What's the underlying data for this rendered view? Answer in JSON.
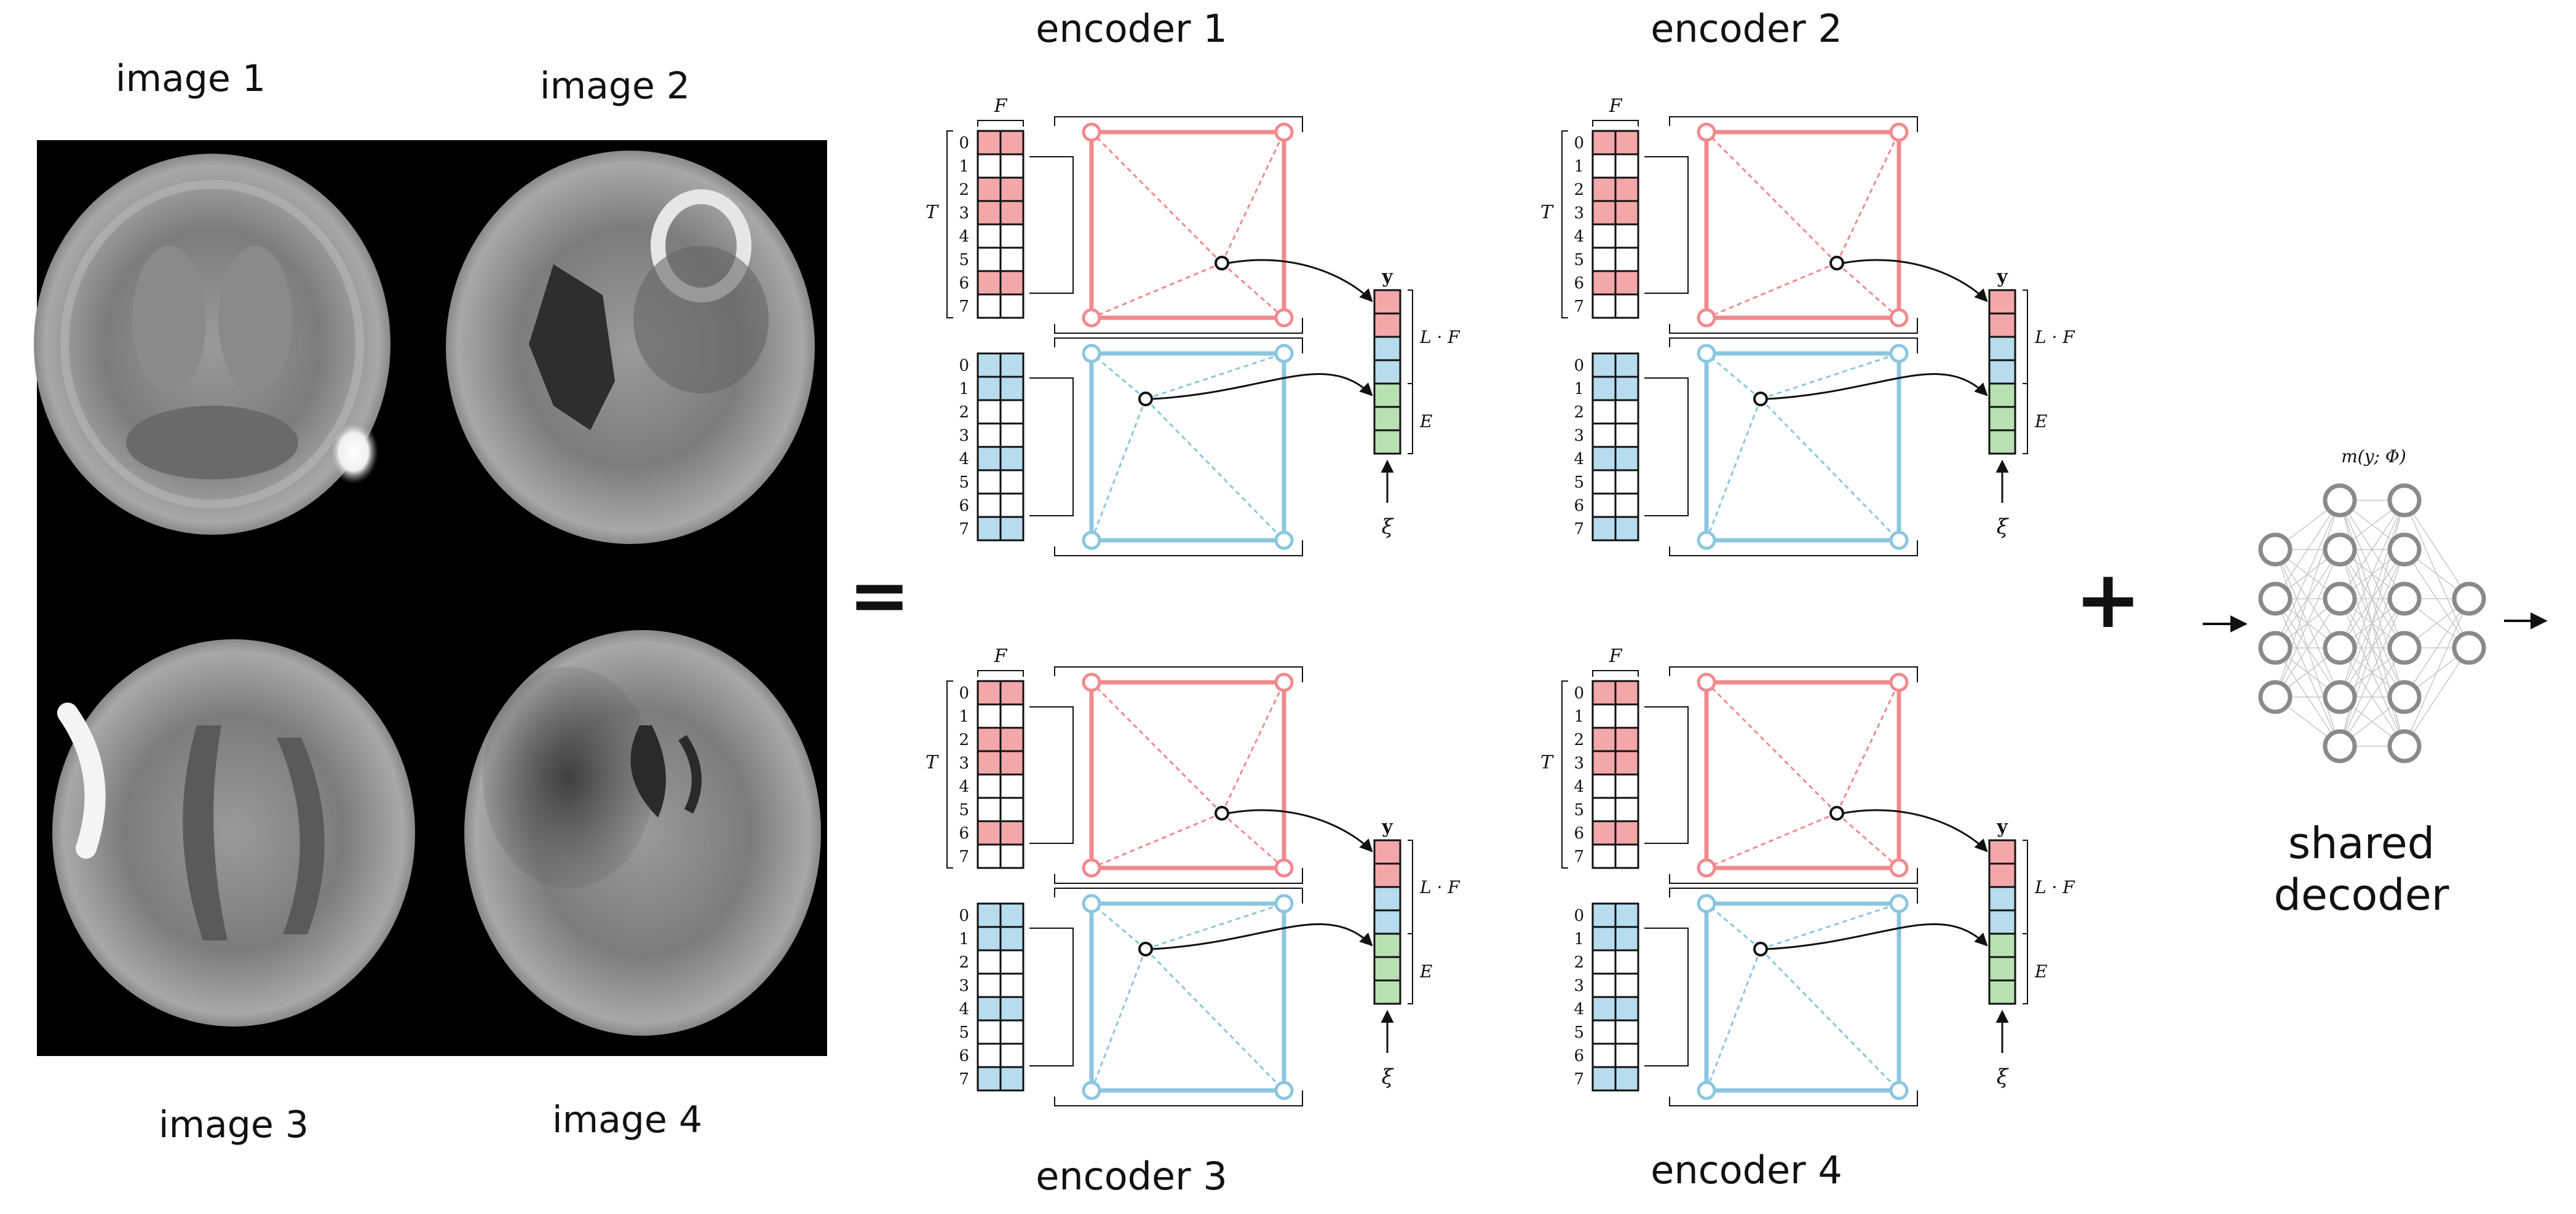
{
  "images": {
    "labels": [
      "image 1",
      "image 2",
      "image 3",
      "image 4"
    ]
  },
  "operators": {
    "equals": "=",
    "plus": "+"
  },
  "encoders": {
    "titles": [
      "encoder 1",
      "encoder 2",
      "encoder 3",
      "encoder 4"
    ],
    "feature_axis_label": "F",
    "time_axis_label": "T",
    "row_indices": [
      "0",
      "1",
      "2",
      "3",
      "4",
      "5",
      "6",
      "7"
    ],
    "red_rows": [
      0,
      2,
      3,
      6
    ],
    "blue_rows": [
      0,
      1,
      4,
      7
    ],
    "output_label": "y",
    "lf_label": "L · F",
    "e_label": "E",
    "noise_label": "ξ",
    "colors": {
      "red": "#f4a7a9",
      "red_line": "#f08a8f",
      "blue": "#b6dced",
      "blue_line": "#8cc6e0",
      "green": "#b9e0b3"
    }
  },
  "decoder": {
    "formula": "m(y; Φ)",
    "label_line1": "shared",
    "label_line2": "decoder",
    "layer_sizes": [
      4,
      6,
      6,
      2
    ],
    "node_color": "#8a8a8a"
  }
}
